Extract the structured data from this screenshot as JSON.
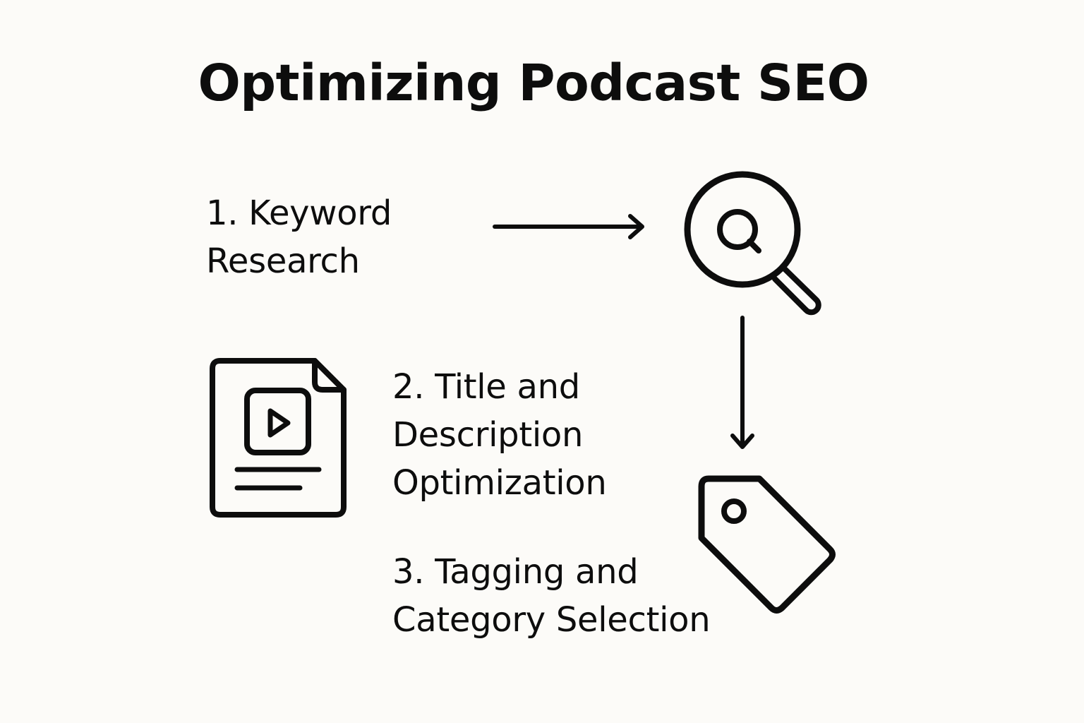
{
  "diagram": {
    "title": "Optimizing Podcast SEO",
    "steps": [
      {
        "lines": [
          "1. Keyword",
          "Research"
        ],
        "icon": "magnifying-glass-icon"
      },
      {
        "lines": [
          "2. Title and",
          "Description",
          "Optimization"
        ],
        "icon": "video-document-icon"
      },
      {
        "lines": [
          "3. Tagging and",
          "Category Selection"
        ],
        "icon": "price-tag-icon"
      }
    ],
    "colors": {
      "background": "#fcfbf8",
      "ink": "#0d0d0d"
    }
  }
}
